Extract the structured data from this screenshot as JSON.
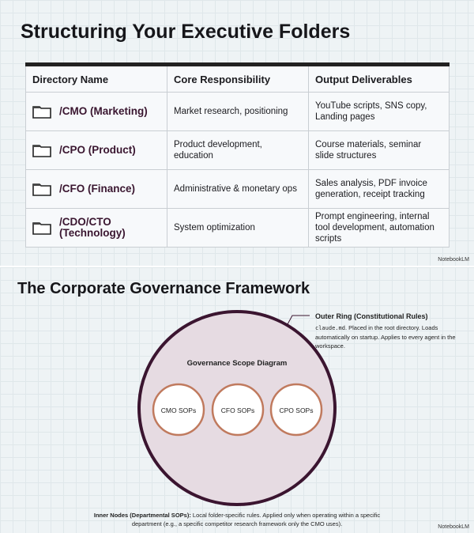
{
  "slide1": {
    "title": "Structuring Your Executive Folders",
    "headers": [
      "Directory Name",
      "Core Responsibility",
      "Output Deliverables"
    ],
    "rows": [
      {
        "dir": "/CMO (Marketing)",
        "resp": "Market research, positioning",
        "out": "YouTube scripts, SNS copy, Landing pages"
      },
      {
        "dir": "/CPO (Product)",
        "resp": "Product development, education",
        "out": "Course materials, seminar slide structures"
      },
      {
        "dir": "/CFO (Finance)",
        "resp": "Administrative & monetary ops",
        "out": "Sales analysis, PDF invoice generation, receipt tracking"
      },
      {
        "dir": "/CDO/CTO (Technology)",
        "resp": "System optimization",
        "out": "Prompt engineering, internal tool development, automation scripts"
      }
    ],
    "brand": "NotebookLM"
  },
  "slide2": {
    "title": "The Corporate Governance Framework",
    "diagram_label": "Governance Scope Diagram",
    "nodes": [
      "CMO SOPs",
      "CFO SOPs",
      "CPO SOPs"
    ],
    "outer_title": "Outer Ring (Constitutional Rules)",
    "outer_code": "claude.md",
    "outer_text": ". Placed in the root directory. Loads automatically on startup. Applies to every agent in the workspace.",
    "inner_title": "Inner Nodes (Departmental SOPs):",
    "inner_text": " Local folder-specific rules. Applied only when operating within a specific department (e.g., a specific competitor research framework only the CMO uses).",
    "brand": "NotebookLM",
    "colors": {
      "ring": "#3b1530",
      "fill": "#e6dbe2",
      "node_border": "#c07a5e"
    }
  }
}
